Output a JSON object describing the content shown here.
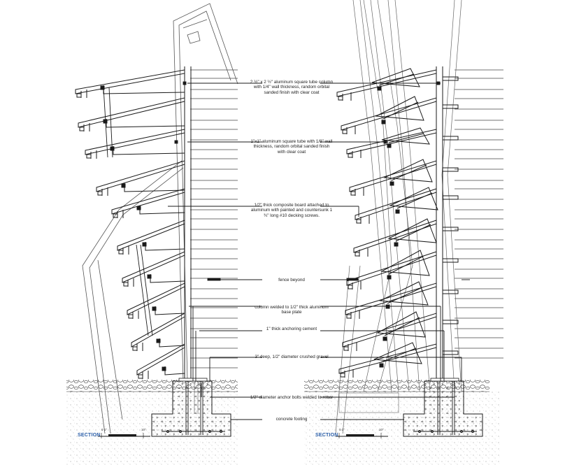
{
  "notes": [
    "2 ½\" x 2 ½\" aluminum square tube column with 1/4\" wall thickness, random orbital sanded finish with clear coat",
    "1\"x1\" aluminum square tube with 1/8\" wall thickness, random orbital sanded finish with clear coat",
    "1/2\" thick composite board attached to aluminum with painted and countersunk 1 ¾\" long #10 decking screws.",
    "fence beyond",
    "column welded to 1/2\" thick aluminum base plate",
    "1\" thick anchoring cement",
    "3\" deep, 1/2\" diameter crushed gravel",
    "1/2\" diameter anchor bolts welded to rebar",
    "concrete footing"
  ],
  "section_labels": [
    "SECTION",
    "SECTION"
  ],
  "scale_labels": [
    "0 1\"",
    "10\"",
    "0 1\"",
    "10\""
  ],
  "colors": {
    "line": "#1a1a1a",
    "light_line": "#777777",
    "section_blue": "#2a5ea8"
  }
}
